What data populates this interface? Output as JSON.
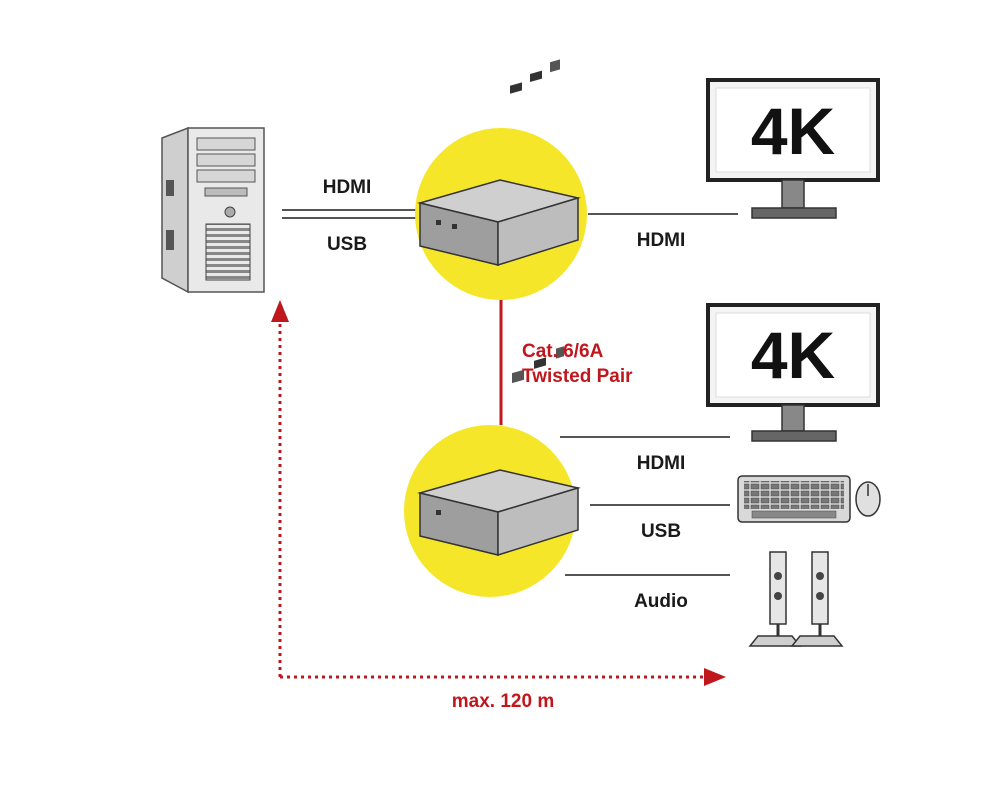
{
  "labels": {
    "tx_hdmi_in": "HDMI",
    "tx_usb_in": "USB",
    "tx_hdmi_out": "HDMI",
    "cable": "Cat. 6/6A",
    "cable_type": "Twisted Pair",
    "rx_hdmi_out": "HDMI",
    "rx_usb_out": "USB",
    "rx_audio_out": "Audio",
    "distance": "max. 120 m"
  },
  "monitor_top": {
    "text": "4K"
  },
  "monitor_bottom": {
    "text": "4K"
  },
  "colors": {
    "highlight": "#f6e62a",
    "accent_red": "#c0171d",
    "line": "#555555"
  }
}
